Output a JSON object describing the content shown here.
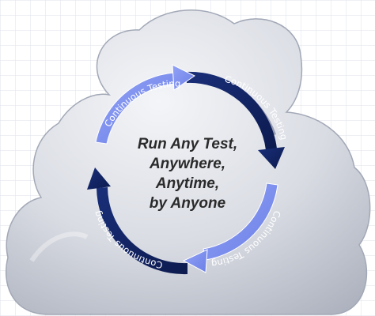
{
  "center_text": {
    "line1": "Run Any Test,",
    "line2": "Anywhere,",
    "line3": "Anytime,",
    "line4": "by Anyone"
  },
  "cycle_labels": {
    "top_left": "Continuous Testing",
    "top_right": "Continuous Testing",
    "bottom_right": "Continuous Testing",
    "bottom_left": "Continuous Testing"
  },
  "colors": {
    "dark_arrow": "#0f1f5c",
    "light_arrow": "#7b8df0",
    "cloud": "#cfd3dc",
    "grid_line": "#dde2ea"
  }
}
